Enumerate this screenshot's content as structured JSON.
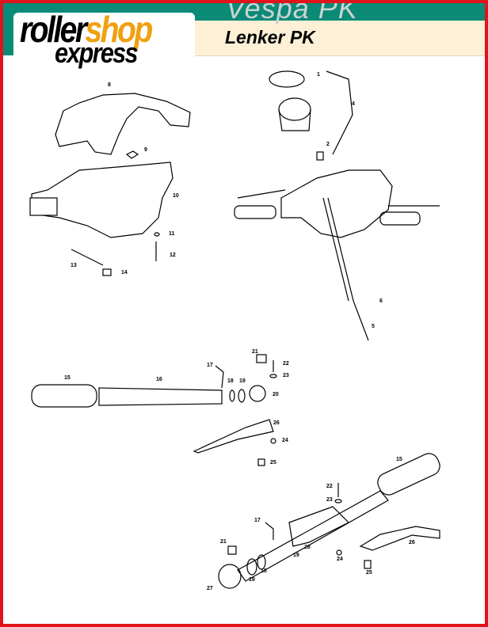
{
  "header": {
    "series": "Vespa  PK",
    "title": "Lenker PK",
    "logo_line1_black": "roller",
    "logo_line1_orange": "shop",
    "logo_line2": "express"
  },
  "colors": {
    "border": "#e0141a",
    "header_green": "#0a8a77",
    "header_cream": "#fdf0d6",
    "logo_orange": "#f0a010"
  },
  "part_labels": [
    "8",
    "1",
    "4",
    "2",
    "9",
    "10",
    "11",
    "12",
    "13",
    "14",
    "6",
    "5",
    "21",
    "22",
    "23",
    "17",
    "15",
    "16",
    "18",
    "19",
    "20",
    "26",
    "24",
    "25",
    "15",
    "22",
    "23",
    "17",
    "21",
    "28",
    "19",
    "24",
    "26",
    "18",
    "19",
    "27",
    "25"
  ]
}
